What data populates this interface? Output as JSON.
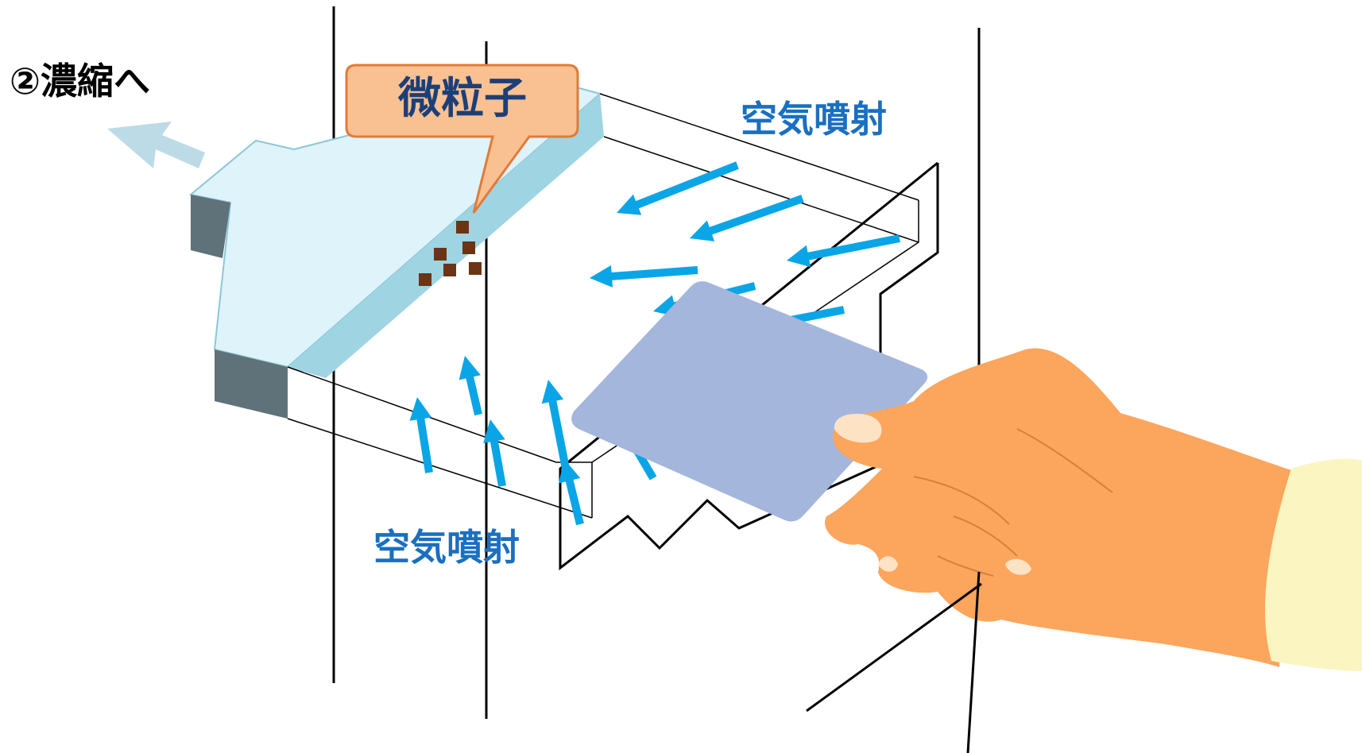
{
  "labels": {
    "to_concentration": "②濃縮へ",
    "particles": "微粒子",
    "air_jet_top": "空気噴射",
    "air_jet_bottom": "空気噴射"
  },
  "colors": {
    "arrow_blue": "#0aa5e6",
    "label_blue": "#1a6fc0",
    "channel_fill": "#dff3fb",
    "channel_edge": "#9fd4e3",
    "dark_face": "#5f7279",
    "callout_fill": "#f9c192",
    "callout_stroke": "#e07b39",
    "callout_text": "#1d3f78",
    "particle": "#6b3414",
    "card_fill": "#a4b6db",
    "hand_skin": "#fca55d",
    "cuff": "#fbf5c2",
    "exit_arrow": "#bcdbe6"
  },
  "icons": {
    "exit_arrow": "arrow-up-left-icon",
    "air_arrows": "arrow-icon",
    "hand": "hand-icon",
    "card": "card-icon"
  }
}
